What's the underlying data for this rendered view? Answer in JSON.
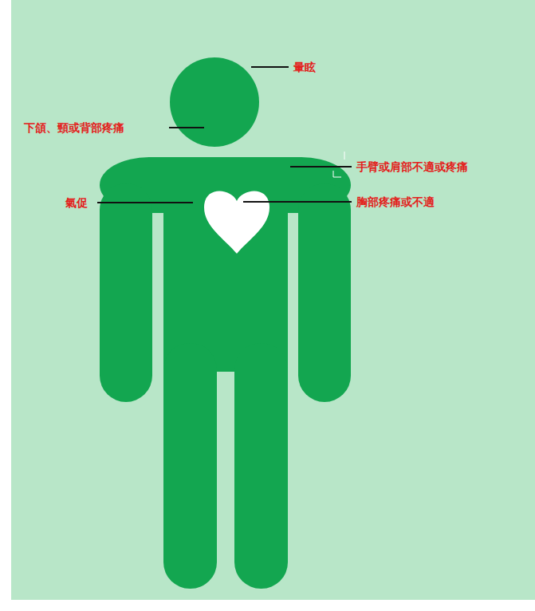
{
  "diagram": {
    "labels": [
      "暈眩",
      "下頜、頸或背部疼痛",
      "手臂或肩部不適或疼痛",
      "氣促",
      "胸部疼痛或不適"
    ]
  }
}
